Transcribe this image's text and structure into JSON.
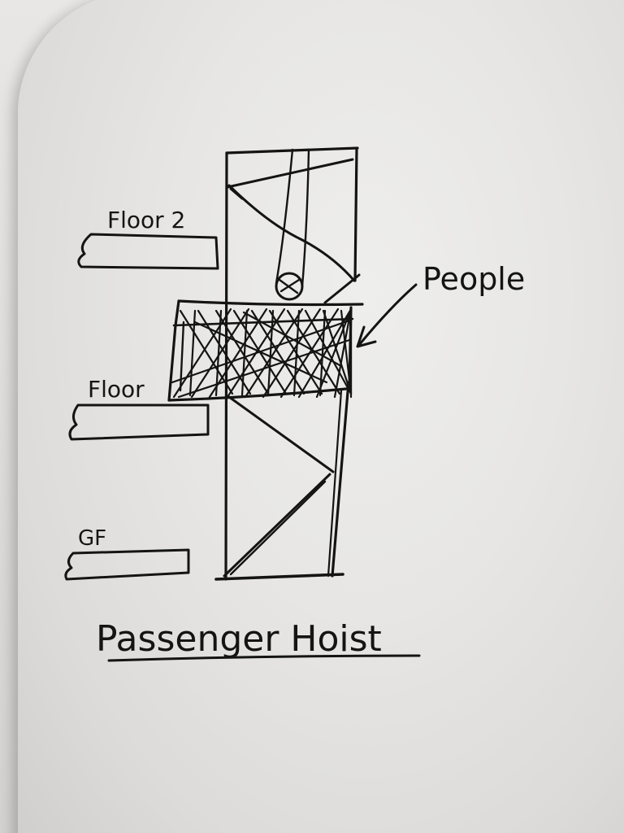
{
  "labels": {
    "floor_2": "Floor 2",
    "floor": "Floor",
    "ground_floor": "GF",
    "people": "People",
    "title": "Passenger Hoist"
  },
  "colors": {
    "ink": "#141414",
    "paper": "#e7e6e4"
  }
}
